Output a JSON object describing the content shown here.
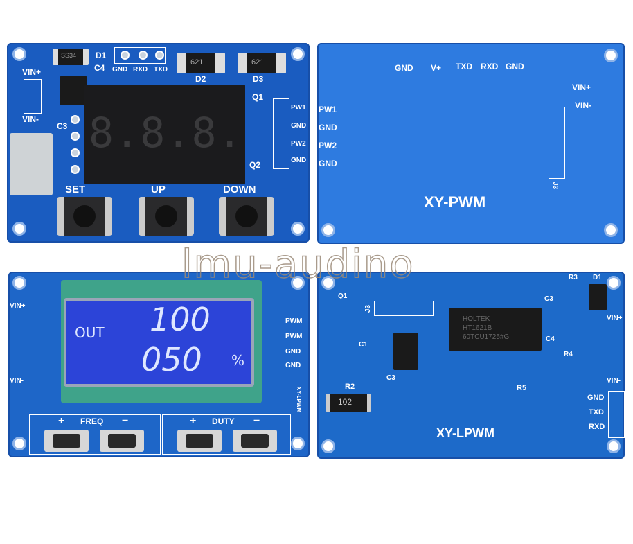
{
  "board1": {
    "labels": {
      "d1": "D1",
      "c4": "C4",
      "gnd": "GND",
      "rxd": "RXD",
      "txd": "TXD",
      "d2": "D2",
      "d3": "D3",
      "vinp": "VIN+",
      "vinm": "VIN-",
      "c3": "C3",
      "q1": "Q1",
      "q2": "Q2",
      "pw1": "PW1",
      "gnd1": "GND",
      "pw2": "PW2",
      "gnd2": "GND",
      "ss34": "SS34",
      "d2code": "621",
      "d3code": "621"
    },
    "display": "8.8.8.",
    "buttons": {
      "set": "SET",
      "up": "UP",
      "down": "DOWN"
    }
  },
  "board2": {
    "labels": {
      "gnd": "GND",
      "vp": "V+",
      "txd": "TXD",
      "rxd": "RXD",
      "gnd2": "GND",
      "vinp": "VIN+",
      "vinm": "VIN-",
      "pw1": "PW1",
      "gnd3": "GND",
      "pw2": "PW2",
      "gnd4": "GND",
      "j3": "J3"
    },
    "title": "XY-PWM"
  },
  "board3": {
    "lcd": {
      "out": "OUT",
      "freq": "100",
      "duty": "050",
      "unit": "%"
    },
    "labels": {
      "vinp": "VIN+",
      "vinm": "VIN-",
      "pwm1": "PWM",
      "pwm2": "PWM",
      "gnd1": "GND",
      "gnd2": "GND",
      "side": "XY-LPWM"
    },
    "buttons": {
      "freq": "FREQ",
      "duty": "DUTY",
      "plus": "+",
      "minus": "−"
    }
  },
  "board4": {
    "labels": {
      "r3": "R3",
      "d1": "D1",
      "c3": "C3",
      "vinp": "VIN+",
      "c4": "C4",
      "r4": "R4",
      "vinm": "VIN-",
      "gnd": "GND",
      "txd": "TXD",
      "rxd": "RXD",
      "r2": "R2",
      "r2code": "102",
      "r5": "R5",
      "j3": "J3",
      "c1": "C1",
      "c2": "C3",
      "q1": "Q1",
      "chip1": "HOLTEK",
      "chip2": "HT1621B",
      "chip3": "60TCU1725#G"
    },
    "title": "XY-LPWM"
  },
  "watermark": "lmu-audino"
}
